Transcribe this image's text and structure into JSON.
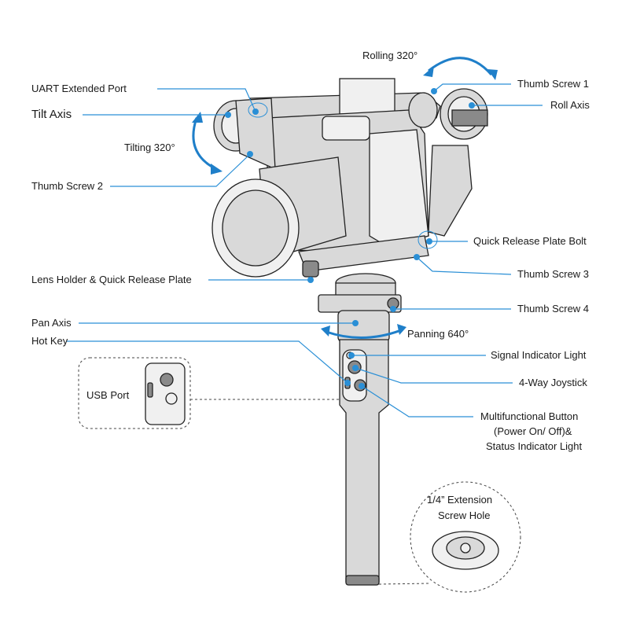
{
  "labels": {
    "rolling": "Rolling 320°",
    "uart": "UART Extended Port",
    "tilt_axis": "Tilt Axis",
    "tilting": "Tilting 320°",
    "thumb_screw_2": "Thumb Screw 2",
    "thumb_screw_1": "Thumb Screw 1",
    "roll_axis": "Roll Axis",
    "quick_release_bolt": "Quick Release Plate Bolt",
    "lens_holder": "Lens Holder & Quick  Release Plate",
    "thumb_screw_3": "Thumb Screw 3",
    "thumb_screw_4": "Thumb Screw 4",
    "pan_axis": "Pan Axis",
    "panning": "Panning 640°",
    "hot_key": "Hot Key",
    "signal_light": "Signal Indicator Light",
    "usb_port": "USB Port",
    "joystick": "4-Way Joystick",
    "multi_button_line1": "Multifunctional Button",
    "multi_button_line2": "(Power On/ Off)&",
    "multi_button_line3": "Status Indicator Light",
    "extension_line1": "1/4” Extension",
    "extension_line2": "Screw Hole"
  },
  "colors": {
    "accent": "#2a8fd6",
    "arrow": "#1f7fc9",
    "text": "#1a1a1a"
  }
}
